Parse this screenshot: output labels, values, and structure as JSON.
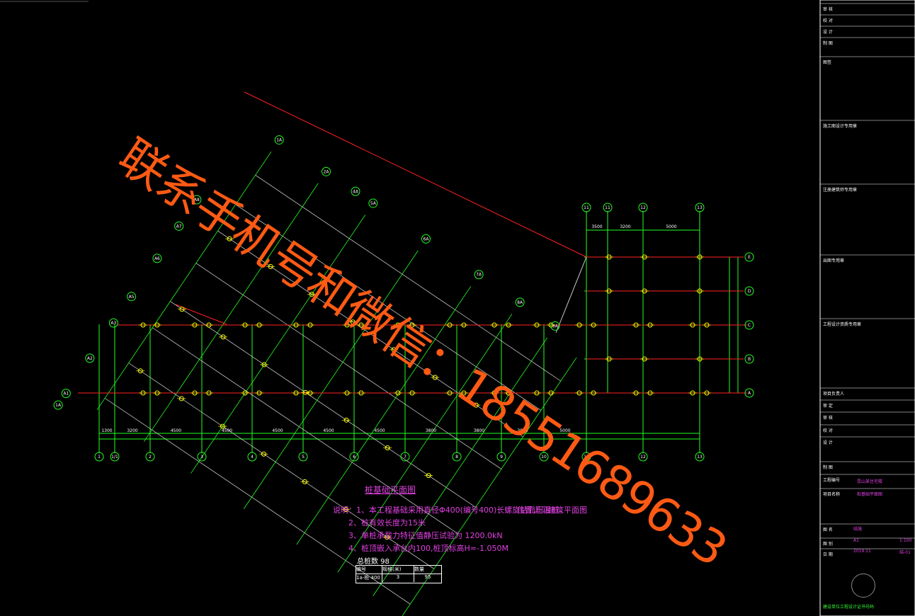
{
  "drawing": {
    "title": "桩基础平面图",
    "notes": [
      "说明：1、本工程基础采用直径Φ400(编号400)长螺旋钻孔压灌桩，",
      "2、桩有效长度为15米",
      "3、单桩承载力特征值静压试验为 1200.0kN",
      "4、桩顶嵌入承台内100,桩顶标高H=-1.050M"
    ],
    "side_note": "位置详见建筑平面图",
    "pile_count": "总桩数 98",
    "pile_table": {
      "headers": [
        "编号",
        "规格(米)",
        "数量"
      ],
      "rows": [
        [
          "1a-桩 400",
          "3",
          "95"
        ]
      ]
    },
    "watermark": "联系手机号和微信：18551689633"
  },
  "axes": {
    "bottom": [
      "1",
      "1/1",
      "2",
      "3",
      "4",
      "5",
      "6",
      "7",
      "8",
      "9",
      "10",
      "11",
      "12",
      "13"
    ],
    "right": [
      "E",
      "D",
      "C",
      "B",
      "A"
    ],
    "top_right": [
      "11",
      "11",
      "12",
      "13"
    ],
    "diagonal_left": [
      "1A",
      "A1",
      "A2",
      "A3",
      "A5",
      "A6",
      "A7",
      "A8"
    ],
    "diagonal_top": [
      "1A",
      "2A",
      "4A",
      "5A",
      "6A",
      "7A",
      "8A",
      "9A"
    ]
  },
  "dims_bottom": [
    "1300",
    "3200",
    "4500",
    "4500",
    "4500",
    "4500",
    "4500",
    "3800",
    "3800",
    "3800",
    "5000"
  ],
  "dims_top_right": [
    "3500",
    "3200",
    "5000"
  ],
  "title_block": {
    "rows": [
      "审 核",
      "校 对",
      "设 计",
      "制 图",
      "图签",
      "施工图设计专用章",
      "注册建筑师专用章",
      "出图专用章",
      "工程设计资质专用章",
      "项目负责人",
      "审 定",
      "审 核",
      "校 对",
      "设 计",
      "制 图",
      "工程编号",
      "项目名称",
      "图 名",
      "图 别",
      "日 期"
    ],
    "values": [
      "结施",
      "A1",
      "1:100",
      "2019.11",
      "结-01",
      "桩基础平面图",
      "昆山某住宅楼"
    ],
    "footer": "建设单位工程设计证书号码"
  }
}
